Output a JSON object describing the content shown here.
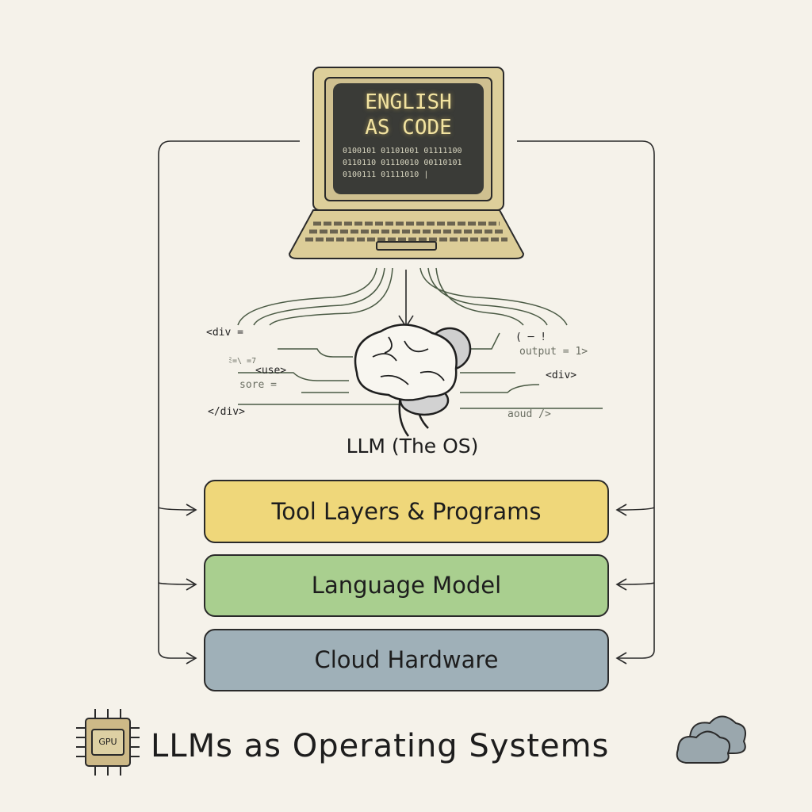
{
  "screen": {
    "line1": "ENGLISH",
    "line2": "AS CODE",
    "binary": [
      "0100101 01101001 01111100",
      "0110110 01110010 00110101",
      "0100111 01111010 |"
    ]
  },
  "code_left": [
    "<div = ",
    "ﾐ=\\ =7",
    "<use>",
    "sore =",
    "</div>"
  ],
  "code_right": [
    "( ─ !",
    "output = 1>",
    "<div>",
    "aoud />"
  ],
  "llm_label": "LLM (The OS)",
  "layers": [
    {
      "label": "Tool Layers & Programs",
      "color": "#efd77a"
    },
    {
      "label": "Language Model",
      "color": "#a9cf8f"
    },
    {
      "label": "Cloud Hardware",
      "color": "#9fb0b8"
    }
  ],
  "gpu_label": "GPU",
  "title": "LLMs as Operating Systems"
}
